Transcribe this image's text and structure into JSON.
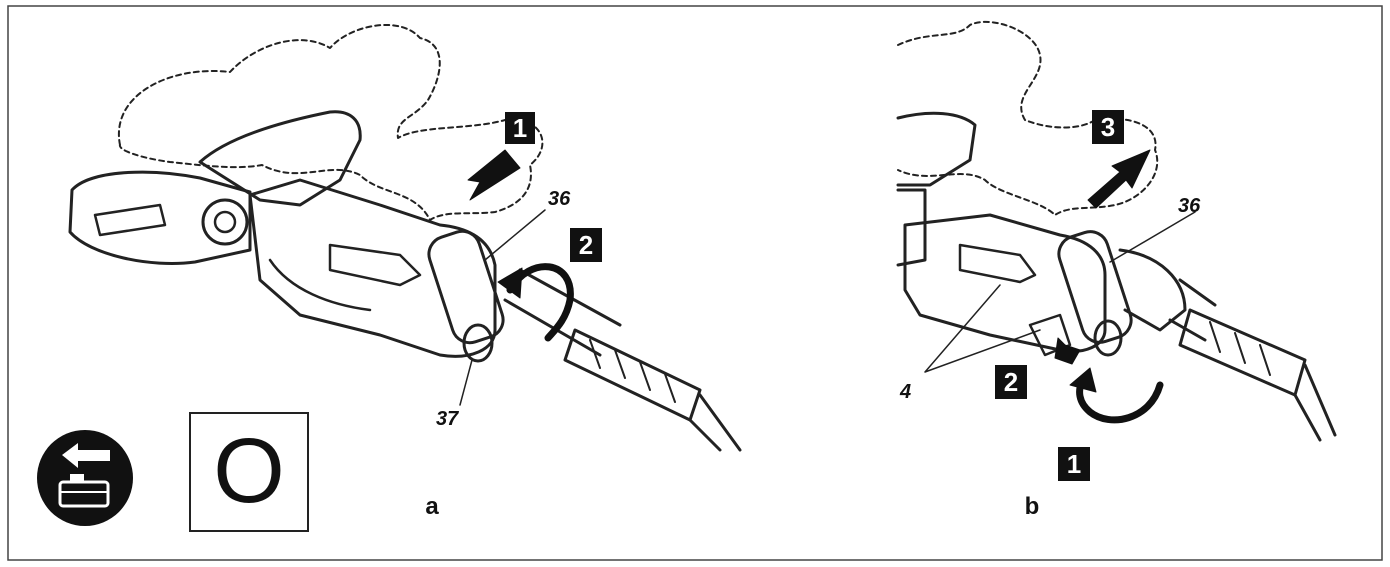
{
  "panel_a": {
    "caption": "a",
    "callouts": {
      "c36": "36",
      "c37": "37"
    },
    "steps": {
      "s1": "1",
      "s2": "2"
    },
    "mode_symbol": "O"
  },
  "panel_b": {
    "caption": "b",
    "callouts": {
      "c36": "36",
      "c4": "4"
    },
    "steps": {
      "s1": "1",
      "s2": "2",
      "s3": "3"
    }
  },
  "icons": {
    "battery_removal": "battery-remove-icon"
  }
}
